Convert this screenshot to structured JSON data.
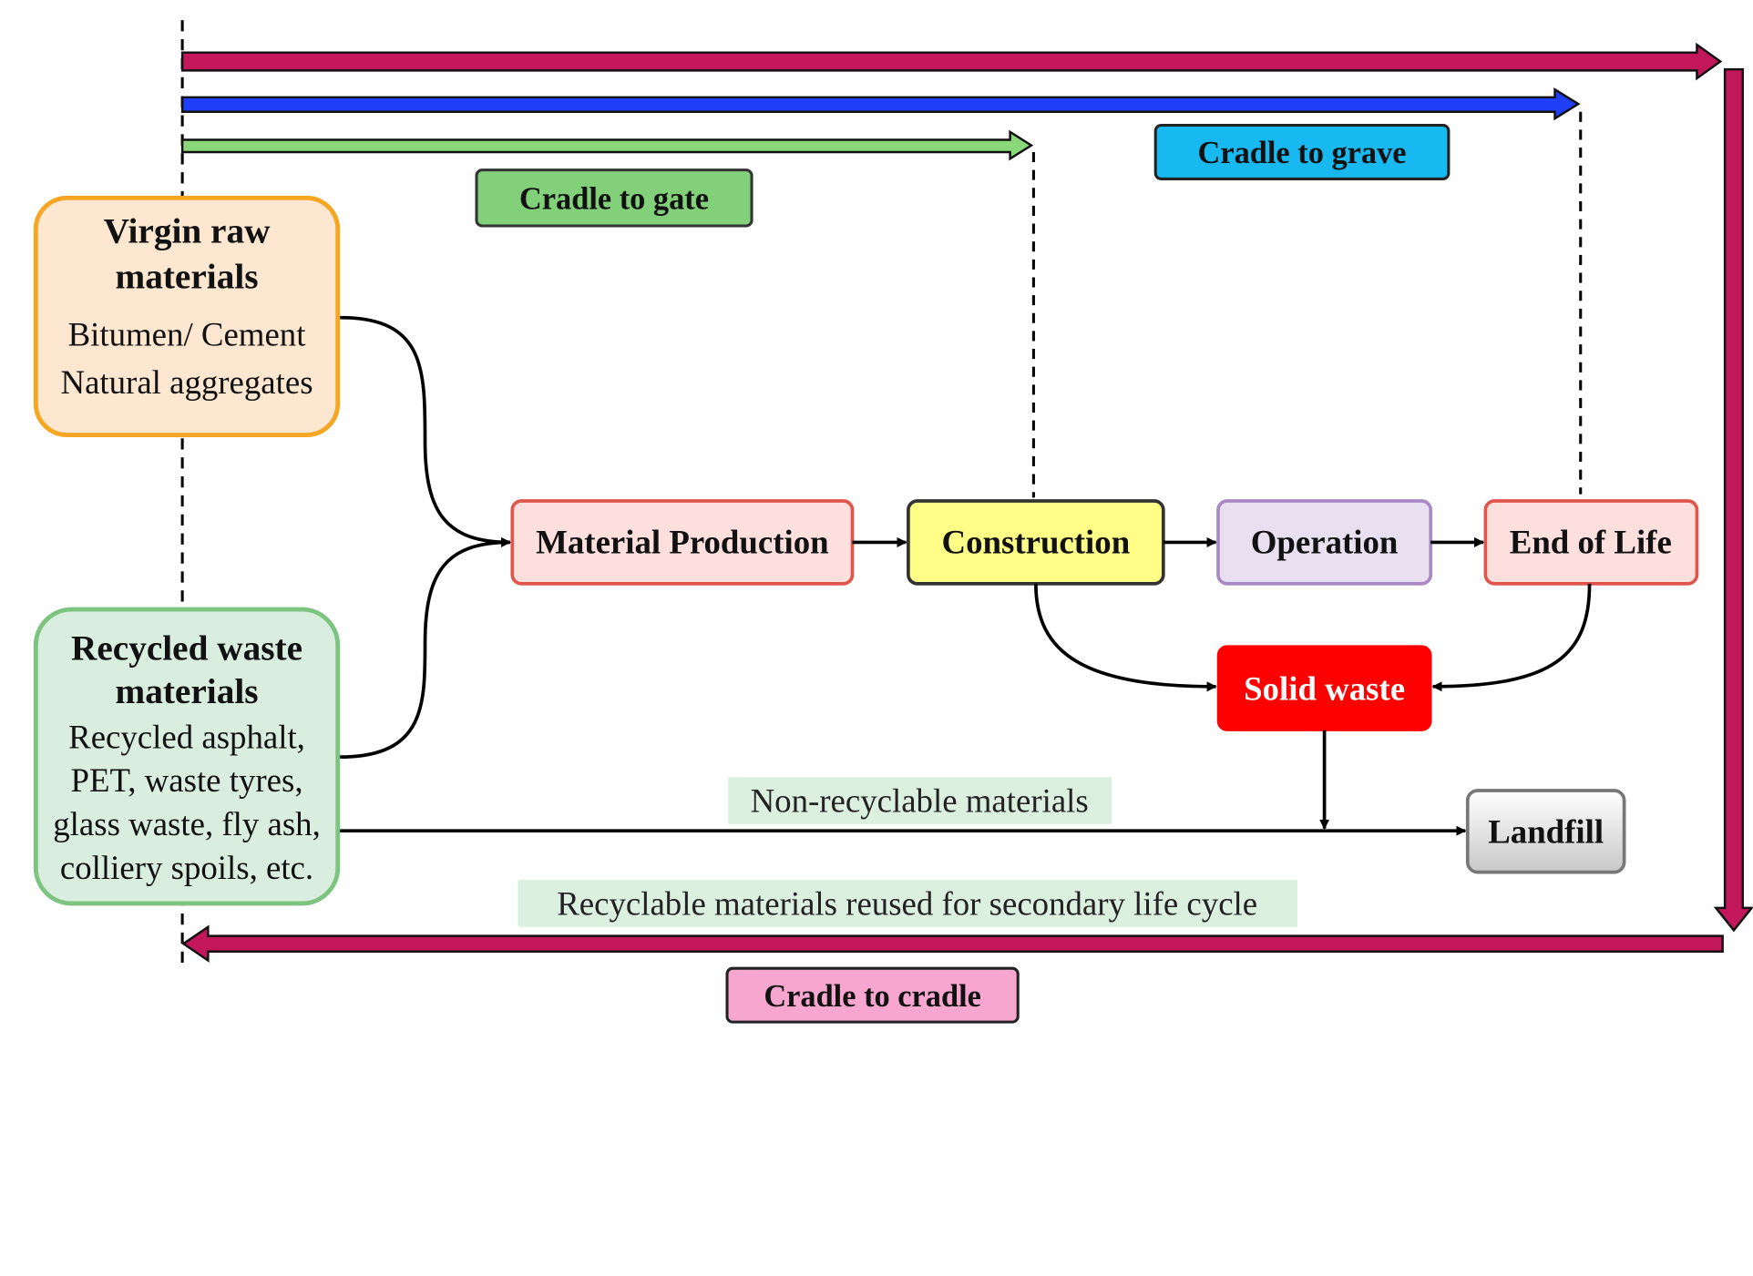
{
  "scopes": {
    "cradle_to_gate": "Cradle to gate",
    "cradle_to_grave": "Cradle to grave",
    "cradle_to_cradle": "Cradle to cradle"
  },
  "sources": {
    "virgin": {
      "title_line1": "Virgin raw",
      "title_line2": "materials",
      "items": [
        "Bitumen/ Cement",
        "Natural aggregates"
      ]
    },
    "recycled": {
      "title_line1": "Recycled waste",
      "title_line2": "materials",
      "items": [
        "Recycled asphalt,",
        "PET, waste tyres,",
        "glass waste, fly ash,",
        "colliery spoils, etc."
      ]
    }
  },
  "stages": {
    "material_production": "Material Production",
    "construction": "Construction",
    "operation": "Operation",
    "end_of_life": "End of Life"
  },
  "outputs": {
    "solid_waste": "Solid waste",
    "landfill": "Landfill"
  },
  "flow_labels": {
    "non_recyclable": "Non-recyclable materials",
    "recyclable": "Recyclable materials reused for secondary life cycle"
  },
  "colors": {
    "cradle_to_cradle_arrow": "#c2185b",
    "cradle_to_grave_arrow": "#1e3ff5",
    "cradle_to_gate_arrow": "#8bd87a",
    "gate_label_fill": "#82d17a",
    "grave_label_fill": "#18b8f0",
    "cradle_label_fill": "#f7a7cf",
    "virgin_fill": "#fde7d0",
    "virgin_stroke": "#f5a623",
    "recycled_fill": "#d9eedf",
    "recycled_stroke": "#7cc47f",
    "stage_fill": "#fde0dd",
    "stage_stroke": "#e0564c",
    "construction_fill": "#ffff88",
    "operation_fill": "#e8dff0",
    "operation_stroke": "#a98ac6",
    "solid_waste_fill": "#ff0000",
    "landfill_fill": "#e6e6e6",
    "label_bg": "#dcf0e0"
  }
}
